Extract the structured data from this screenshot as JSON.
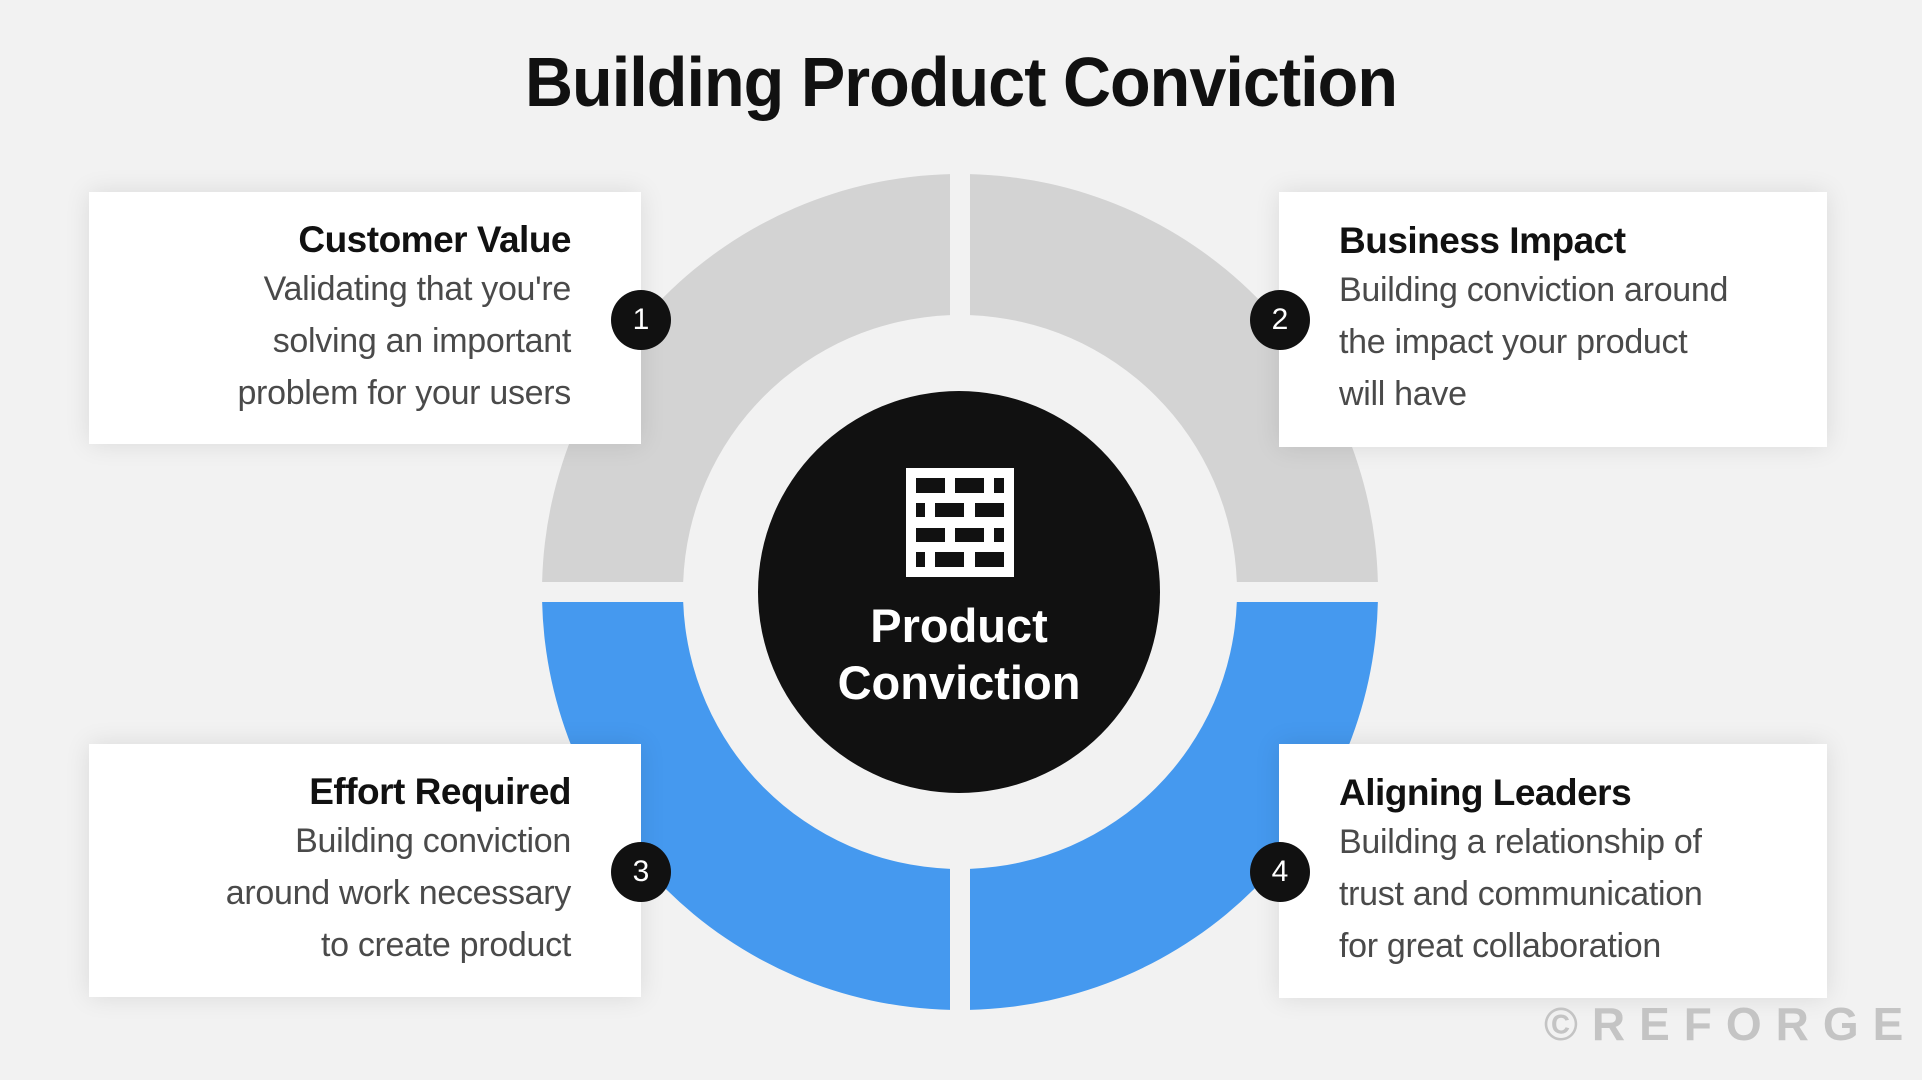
{
  "title": "Building Product Conviction",
  "center": {
    "icon": "brick-wall-icon",
    "label": "Product\nConviction"
  },
  "colors": {
    "background": "#f2f2f2",
    "ring_top": "#d3d3d3",
    "ring_bottom": "#4599ef",
    "core": "#111111",
    "badge": "#111111",
    "card": "#ffffff",
    "title_text": "#111111",
    "body_text": "#4a4a4a",
    "watermark": "#c4c4c4"
  },
  "quadrants": [
    {
      "number": "1",
      "title": "Customer Value",
      "body": "Validating that you're\nsolving an important\nproblem for your users",
      "segment_color": "#d3d3d3"
    },
    {
      "number": "2",
      "title": "Business Impact",
      "body": "Building conviction around\nthe impact your product\nwill have",
      "segment_color": "#d3d3d3"
    },
    {
      "number": "3",
      "title": "Effort Required",
      "body": "Building conviction \naround work necessary \nto create product",
      "segment_color": "#4599ef"
    },
    {
      "number": "4",
      "title": "Aligning Leaders",
      "body": "Building a relationship of\ntrust and communication\nfor great collaboration",
      "segment_color": "#4599ef"
    }
  ],
  "watermark": "©REFORGE"
}
